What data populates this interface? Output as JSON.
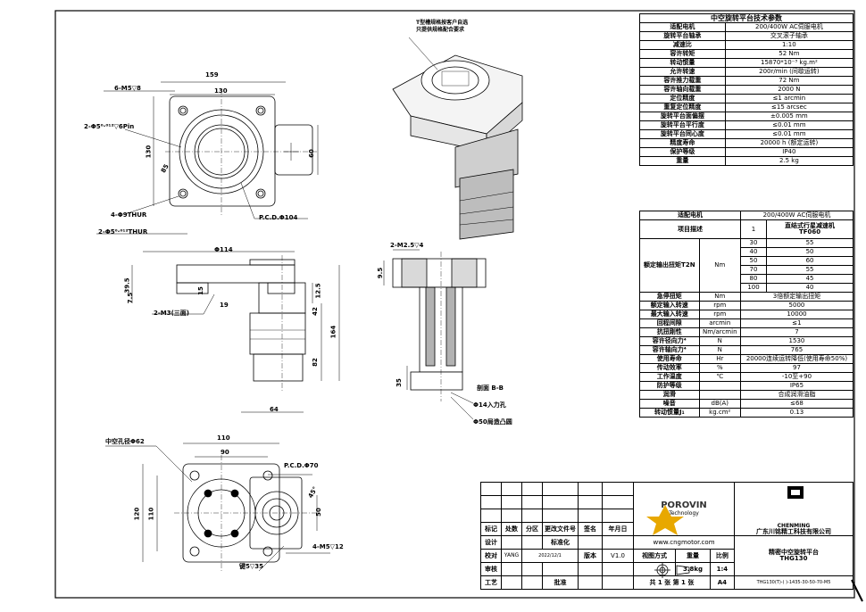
{
  "spec_table": {
    "title": "中空旋转平台技术参数",
    "rows": [
      {
        "label": "适配电机",
        "value": "200/400W AC伺服电机"
      },
      {
        "label": "旋转平台轴承",
        "value": "交叉滚子轴承"
      },
      {
        "label": "减速比",
        "value": "1:10"
      },
      {
        "label": "容许转矩",
        "value": "52 Nm"
      },
      {
        "label": "转动惯量",
        "value": "15870*10⁻³ kg.m²"
      },
      {
        "label": "允许转速",
        "value": "200r/min (间歇运转)"
      },
      {
        "label": "容许推力载重",
        "value": "72 Nm"
      },
      {
        "label": "容许轴向载重",
        "value": "2000 N"
      },
      {
        "label": "定位精度",
        "value": "≤1 arcmin"
      },
      {
        "label": "重复定位精度",
        "value": "≤15 arcsec"
      },
      {
        "label": "旋转平台面偏摆",
        "value": "±0.005 mm"
      },
      {
        "label": "旋转平台平行度",
        "value": "≤0.01 mm"
      },
      {
        "label": "旋转平台同心度",
        "value": "≤0.01 mm"
      },
      {
        "label": "精度寿命",
        "value": "20000 h (额定运转)"
      },
      {
        "label": "保护等级",
        "value": "IP40"
      },
      {
        "label": "重量",
        "value": "2.5 kg"
      }
    ]
  },
  "gear_table": {
    "motor_label": "适配电机",
    "motor_value": "200/400W AC伺服电机",
    "item_label": "项目描述",
    "stage": "1",
    "model_header": "直结式行星减速机",
    "model": "TF060",
    "torque_label": "额定输出扭矩T2N",
    "torque_unit": "Nm",
    "ratio_rows": [
      {
        "ratio": "30",
        "value": "55"
      },
      {
        "ratio": "40",
        "value": "50"
      },
      {
        "ratio": "50",
        "value": "60"
      },
      {
        "ratio": "70",
        "value": "55"
      },
      {
        "ratio": "80",
        "value": "45"
      },
      {
        "ratio": "100",
        "value": "40"
      }
    ],
    "rows": [
      {
        "label": "急停扭矩",
        "unit": "Nm",
        "value": "3倍额定输出扭矩"
      },
      {
        "label": "额定输入转速",
        "unit": "rpm",
        "value": "5000"
      },
      {
        "label": "最大输入转速",
        "unit": "rpm",
        "value": "10000"
      },
      {
        "label": "回程间隙",
        "unit": "arcmin",
        "value": "≤1"
      },
      {
        "label": "抗扭刚性",
        "unit": "Nm/arcmin",
        "value": "7"
      },
      {
        "label": "容许径向力⁴",
        "unit": "N",
        "value": "1530"
      },
      {
        "label": "容许轴向力⁴",
        "unit": "N",
        "value": "765"
      },
      {
        "label": "使用寿命",
        "unit": "Hr",
        "value": "20000连续运转降低(使用寿命50%)"
      },
      {
        "label": "传动效率",
        "unit": "%",
        "value": "97"
      },
      {
        "label": "工作温度",
        "unit": "℃",
        "value": "-10至+90"
      },
      {
        "label": "防护等级",
        "unit": "",
        "value": "IP65"
      },
      {
        "label": "润滑",
        "unit": "",
        "value": "合成润滑油脂"
      },
      {
        "label": "噪音",
        "unit": "dB(A)",
        "value": "≤68"
      },
      {
        "label": "转动惯量J₁",
        "unit": "kg.cm²",
        "value": "0.13"
      }
    ]
  },
  "title_block": {
    "headers": [
      "标记",
      "处数",
      "分区",
      "更改文件号",
      "签名",
      "年月日"
    ],
    "design": "设计",
    "standard": "标准化",
    "check": "校对",
    "checker": "YANG",
    "date": "2022/12/1",
    "version_label": "版本",
    "version": "V1.0",
    "review": "审核",
    "craft": "工艺",
    "approve": "批准",
    "website": "www.cngmotor.com",
    "view_label": "视图方式",
    "weight_label": "重量",
    "scale_label": "比例",
    "weight": "3.8kg",
    "scale": "1:4",
    "sheets": "共 1 张 第 1 张",
    "paper": "A4",
    "brand": "POROVIN",
    "brand_sub": "Technology",
    "company_logo": "CHENMING",
    "company": "广东川铭精工科技有限公司",
    "product_name": "精密中空旋转平台",
    "product_model": "THG130",
    "drawing_no": "THG130(T)-( )-1435-30-50-70-M5"
  },
  "annotations": {
    "note": "T型槽规格按客户自选\n只提供规格配合要求",
    "d159": "159",
    "d130": "130",
    "m5": "6-M5▽8",
    "pin": "2-Φ5⁰·⁰¹²▽6Pin",
    "d130v": "130",
    "d60": "60",
    "d85": "85",
    "thur": "4-Φ9THUR",
    "thur2": "2-Φ5⁰·⁰¹²THUR",
    "pcd104": "P.C.D.Φ104",
    "d114": "Φ114",
    "d395": "39.5",
    "d75": "7.5",
    "d15": "15",
    "d125": "12.5",
    "d19": "19",
    "d42": "42",
    "d164": "164",
    "d82": "82",
    "m3": "2-M3(三面)",
    "d64": "64",
    "m2": "2-M2.5▽4",
    "d95": "9.5",
    "d35": "35",
    "section": "剖面 B-B",
    "in14": "Φ14入力孔",
    "sq50": "Φ50局造凸圆",
    "hole62": "中空孔径Φ62",
    "d110": "110",
    "d90": "90",
    "d120": "120",
    "d110v": "110",
    "pcd70": "P.C.D.Φ70",
    "d50": "50",
    "d45": "45°",
    "m5b": "4-M5▽12",
    "key": "键5▽35"
  }
}
